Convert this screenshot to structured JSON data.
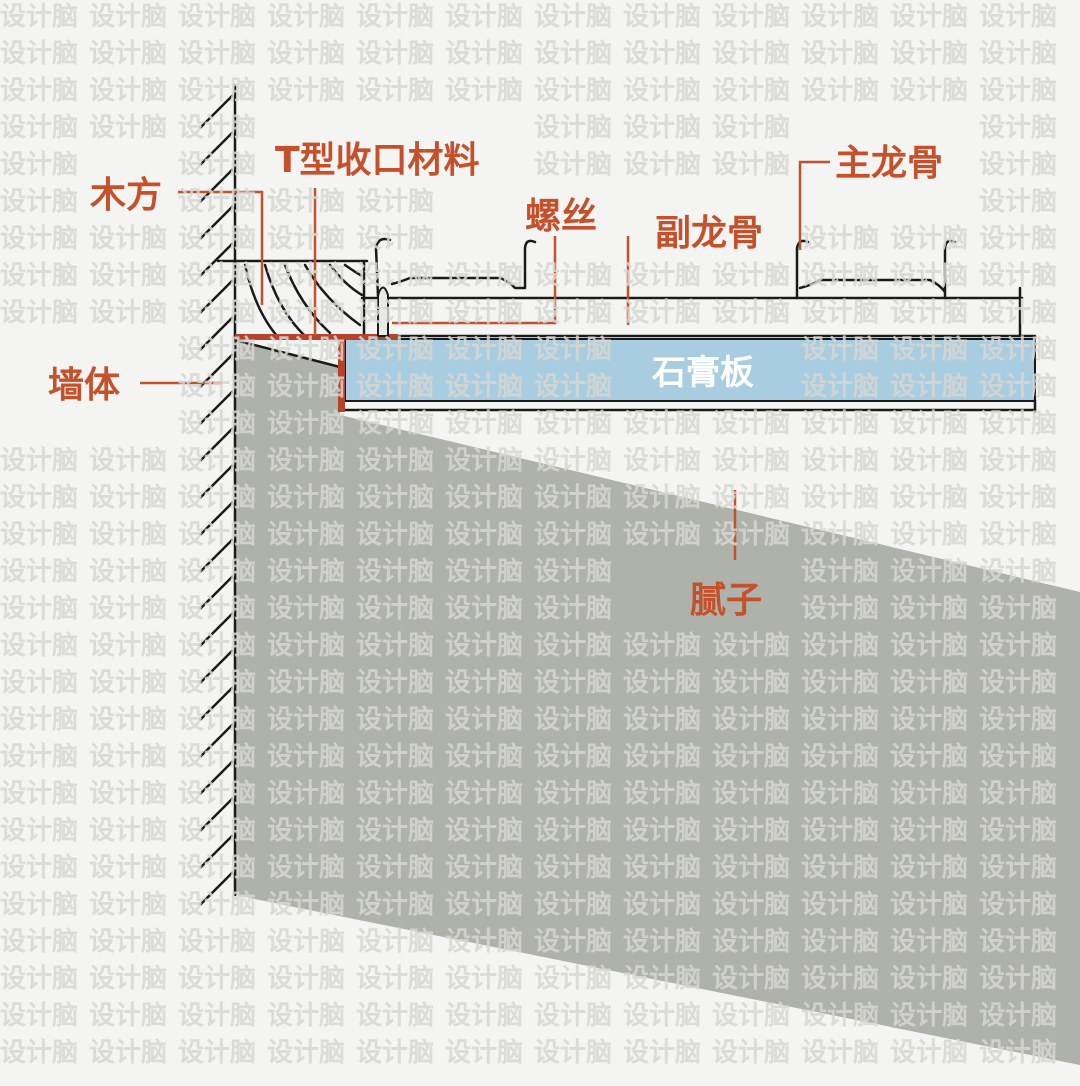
{
  "watermark": "设计脑",
  "labels": {
    "wood_batten": "木方",
    "t_trim": "T型收口材料",
    "screw": "螺丝",
    "secondary_keel": "副龙骨",
    "main_keel": "主龙骨",
    "wall": "墙体",
    "gypsum_board": "石膏板",
    "putty": "腻子"
  },
  "colors": {
    "background": "#f4f4f2",
    "label": "#c4512b",
    "gypsum_board": "#a9cde0",
    "putty_fill": "#a7aba4",
    "ink": "#1a1a1a"
  }
}
